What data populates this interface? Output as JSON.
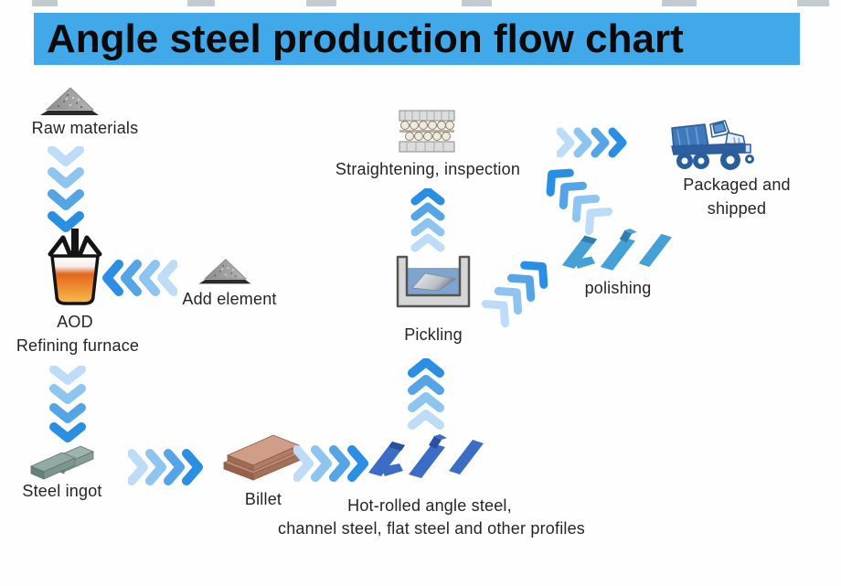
{
  "title": "Angle steel production flow chart",
  "nodes": {
    "raw_materials": {
      "label": "Raw materials",
      "icon": "gravel-pile-icon"
    },
    "aod": {
      "label_line1": "AOD",
      "label_line2": "Refining furnace",
      "icon": "furnace-ladle-icon"
    },
    "add_element": {
      "label": "Add element",
      "icon": "gravel-pile-icon"
    },
    "steel_ingot": {
      "label": "Steel ingot",
      "icon": "steel-ingot-icon"
    },
    "billet": {
      "label": "Billet",
      "icon": "billet-slabs-icon"
    },
    "hot_rolled": {
      "label_line1": "Hot-rolled angle steel,",
      "label_line2": "channel steel, flat steel and other profiles",
      "icon": "steel-profiles-icon"
    },
    "pickling": {
      "label": "Pickling",
      "icon": "pickling-tank-icon"
    },
    "straightening": {
      "label": "Straightening, inspection",
      "icon": "roller-machine-icon"
    },
    "polishing": {
      "label": "polishing",
      "icon": "steel-profiles-icon"
    },
    "packaged": {
      "label_line1": "Packaged and",
      "label_line2": "shipped",
      "icon": "truck-icon"
    }
  },
  "flow_arrows": [
    {
      "from": "raw_materials",
      "to": "aod"
    },
    {
      "from": "add_element",
      "to": "aod"
    },
    {
      "from": "aod",
      "to": "steel_ingot"
    },
    {
      "from": "steel_ingot",
      "to": "billet"
    },
    {
      "from": "billet",
      "to": "hot_rolled"
    },
    {
      "from": "hot_rolled",
      "to": "pickling"
    },
    {
      "from": "pickling",
      "to": "straightening"
    },
    {
      "from": "pickling",
      "to": "polishing"
    },
    {
      "from": "polishing",
      "to": "packaged"
    }
  ],
  "colors": {
    "title_bg": "#41a9e9",
    "title_text": "#0a0a0a",
    "arrow_shades": [
      "#bedcf7",
      "#8ec5f0",
      "#55a5e6",
      "#2a8ee2"
    ],
    "hot_rolled_steel": "#3b6dc6",
    "hot_rolled_steel_dark": "#2a4f9e",
    "polishing_steel": "#45a0d6",
    "polishing_steel_dark": "#2f7fae",
    "furnace_orange": "#e2661f",
    "pickling_liquid": "#7fa5cf",
    "billet_tan": "#cf9d88",
    "ingot_teal": "#93aaa4"
  }
}
